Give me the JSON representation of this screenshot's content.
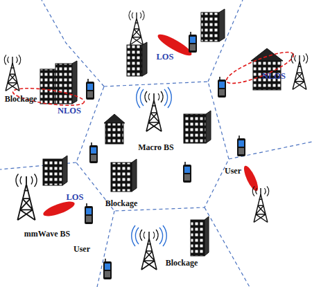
{
  "diagram": {
    "labels": [
      "LOS",
      "NLOS",
      "Blockage",
      "NLOS",
      "Macro BS",
      "User",
      "LOS",
      "Blockage",
      "mmWave BS",
      "User",
      "Blockage"
    ]
  }
}
